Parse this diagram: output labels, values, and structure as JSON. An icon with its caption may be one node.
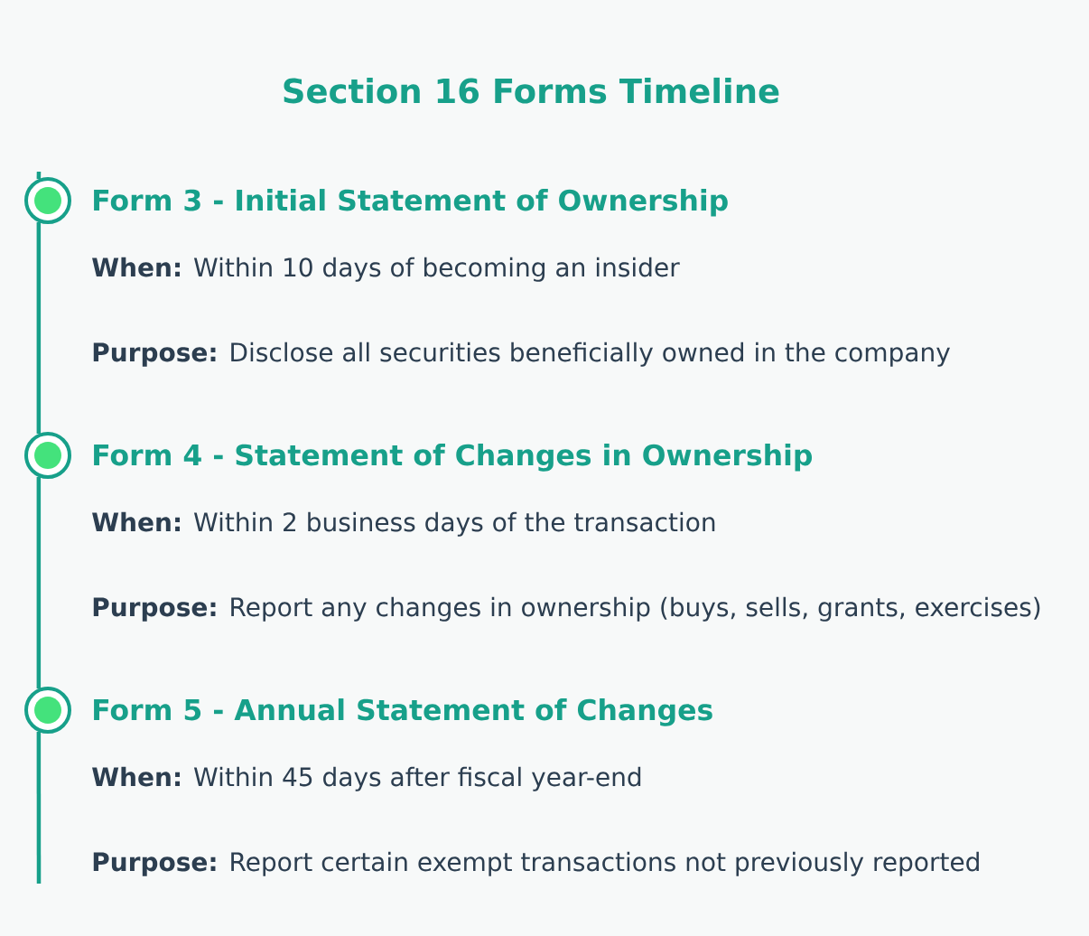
{
  "diagram": {
    "title": "Section 16 Forms Timeline",
    "nodes": [
      {
        "text": [],
        "shape": "circle",
        "beside": [
          "Form 3 - Initial Statement of Ownership",
          "**When:** Within 10 days of becoming an insider",
          "**Purpose:** Disclose all securities beneficially owned in the company"
        ]
      },
      {
        "text": [],
        "shape": "circle",
        "beside": [
          "Form 4 - Statement of Changes in Ownership",
          "**When:** Within 2 business days of the transaction",
          "**Purpose:** Report any changes in ownership (buys, sells, grants, exercises)"
        ]
      },
      {
        "text": [],
        "shape": "circle",
        "beside": [
          "Form 5 - Annual Statement of Changes",
          "**When:** Within 45 days after fiscal year-end",
          "**Purpose:** Report certain exempt transactions not previously reported"
        ]
      }
    ],
    "edges": [
      {
        "from": null,
        "to": 0,
        "arrow": "none"
      },
      {
        "from": 0,
        "to": 1,
        "arrow": "none"
      },
      {
        "from": 1,
        "to": 2,
        "arrow": "none"
      },
      {
        "from": 2,
        "to": null,
        "arrow": "none"
      }
    ]
  }
}
